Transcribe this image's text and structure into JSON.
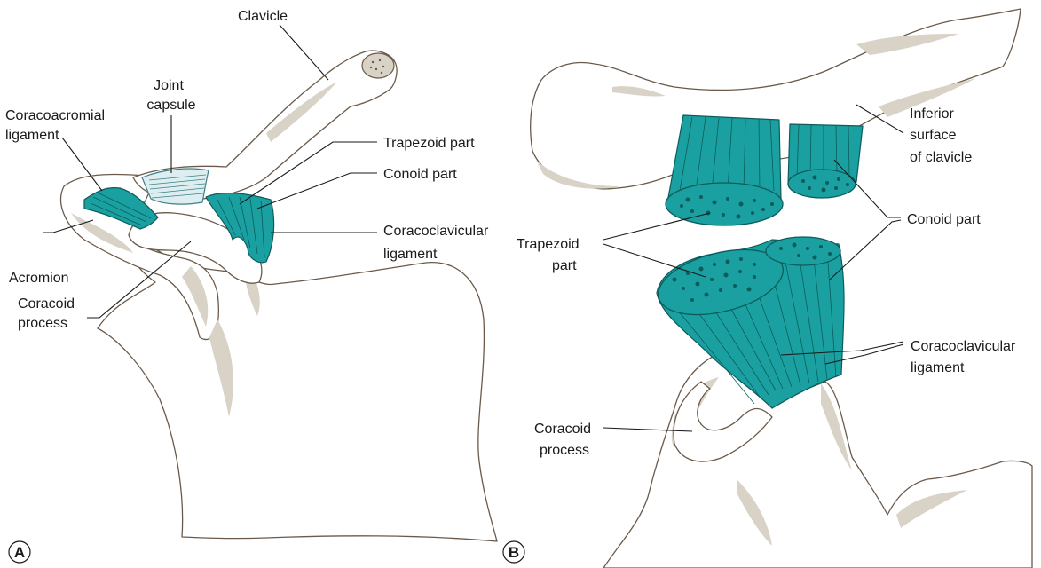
{
  "panel_a": {
    "letter": "A",
    "labels": {
      "clavicle": "Clavicle",
      "joint_capsule_1": "Joint",
      "joint_capsule_2": "capsule",
      "coracoacromial_1": "Coracoacromial",
      "coracoacromial_2": "ligament",
      "trapezoid": "Trapezoid part",
      "conoid": "Conoid part",
      "coracoclavicular_1": "Coracoclavicular",
      "coracoclavicular_2": "ligament",
      "acromion": "Acromion",
      "coracoid_1": "Coracoid",
      "coracoid_2": "process"
    }
  },
  "panel_b": {
    "letter": "B",
    "labels": {
      "inferior_1": "Inferior",
      "inferior_2": "surface",
      "inferior_3": "of clavicle",
      "conoid": "Conoid part",
      "trapezoid_1": "Trapezoid",
      "trapezoid_2": "part",
      "coracoclavicular_1": "Coracoclavicular",
      "coracoclavicular_2": "ligament",
      "coracoid_1": "Coracoid",
      "coracoid_2": "process"
    }
  },
  "colors": {
    "ligament": "#1aa0a0",
    "ligament_outline": "#0c5c5c",
    "bone_outline": "#6b5a4a",
    "bone_shading": "#d8d3c6",
    "capsule": "#dceef0"
  }
}
